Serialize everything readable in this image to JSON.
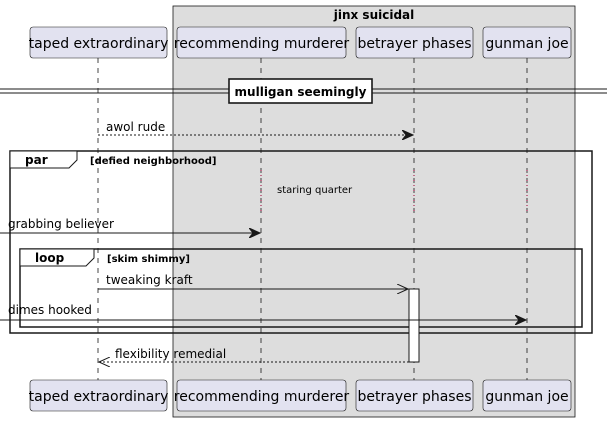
{
  "box": {
    "title": "jinx suicidal",
    "fill": "#dddddd"
  },
  "participants": {
    "p1": "taped extraordinary",
    "p2": "recommending murderer",
    "p3": "betrayer phases",
    "p4": "gunman joe"
  },
  "divider": {
    "title": "mulligan seemingly"
  },
  "messages": {
    "m1": "awol rude",
    "m2": "grabbing believer",
    "m3": "tweaking kraft",
    "m4": "dimes hooked",
    "m5": "flexibility remedial"
  },
  "par": {
    "keyword": "par",
    "condition": "[defied neighborhood]"
  },
  "note": {
    "text": "staring quarter"
  },
  "loop": {
    "keyword": "loop",
    "condition": "[skim shimmy]"
  },
  "colors": {
    "participant_fill": "#e2e2f0",
    "participant_border": "#181818",
    "box_fill": "#dddddd",
    "lifeline": "#181818",
    "note_dots": "#a80036"
  }
}
